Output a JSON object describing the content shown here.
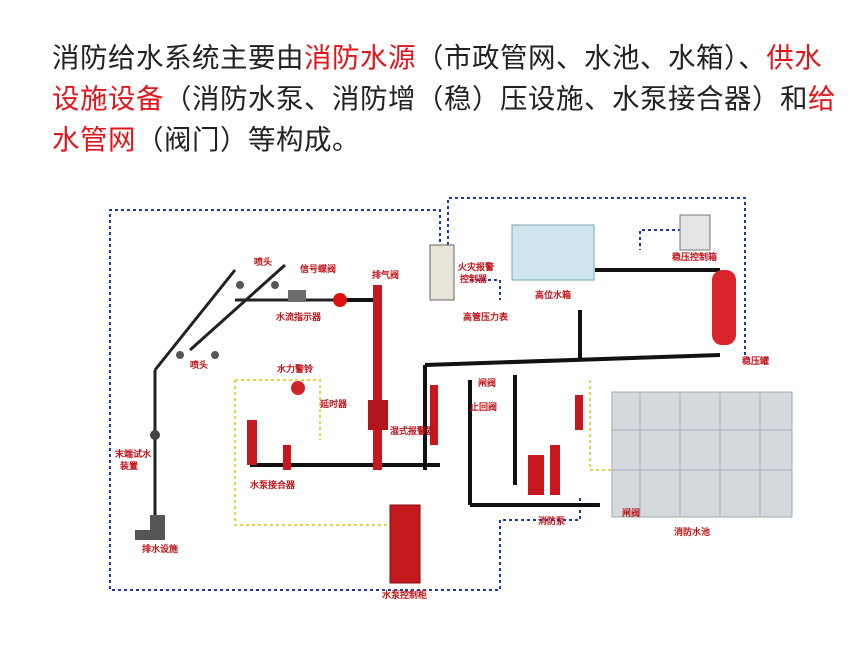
{
  "intro": {
    "t1": "消防给水系统主要由",
    "h1": "消防水源",
    "t2": "（市政管网、水池、水箱）、",
    "h2": "供水设施设备",
    "t3": "（消防水泵、消防增（稳）压设施、水泵接合器）和",
    "h3": "给水管网",
    "t4": "（阀门）等构成。"
  },
  "labels": {
    "sprinkler_top": "喷头",
    "sprinkler_bottom": "喷头",
    "signal_valve": "信号蝶阀",
    "exhaust_valve": "排气阀",
    "fire_alarm_controller_l1": "火灾报警",
    "fire_alarm_controller_l2": "控制器",
    "water_flow_indicator": "水流指示器",
    "high_tank": "高位水箱",
    "high_pressure_switch": "高管压力表",
    "pressure_control_box": "稳压控制箱",
    "pressure_tank": "稳压罐",
    "water_alarm_bell": "水力警铃",
    "delayer": "延时器",
    "wet_alarm_valve": "湿式报警器",
    "gate_valve": "闸阀",
    "check_valve": "止回阀",
    "end_test_l1": "末端试水",
    "end_test_l2": "装置",
    "pump_adapter": "水泵接合器",
    "fire_pump": "消防泵",
    "gate_valve_2": "闸阀",
    "fire_pool": "消防水池",
    "drain": "排水设施",
    "pump_control_cabinet": "水泵控制柜"
  },
  "colors": {
    "highlight": "#e0161b",
    "pipe": "#111111",
    "pipe_red": "#c8171d",
    "signal_line": "#1d39a8",
    "alarm_line": "#e6d34a"
  }
}
